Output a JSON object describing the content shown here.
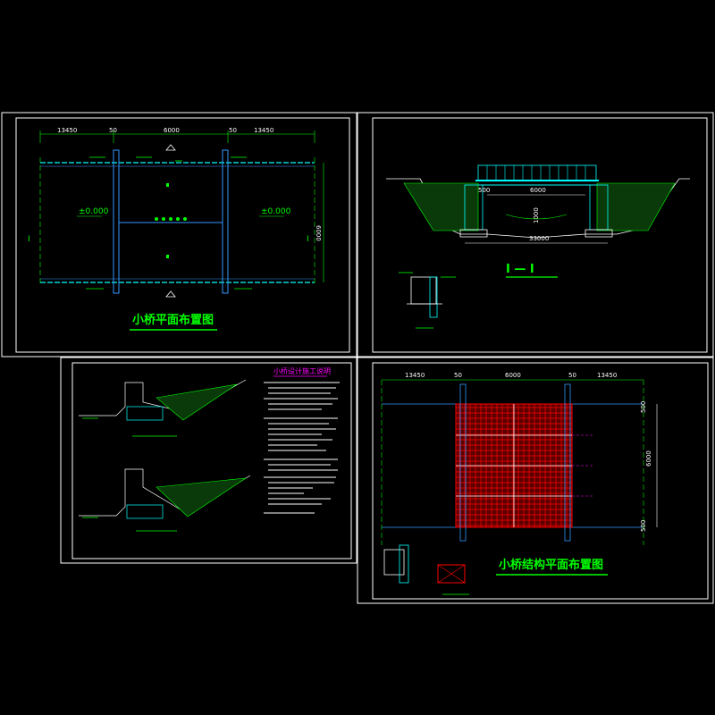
{
  "sheet1": {
    "title": "小桥平面布置图",
    "dims": {
      "left": "13450",
      "gap1": "50",
      "center": "6000",
      "gap2": "50",
      "right": "13450",
      "height": "6000"
    },
    "elev_left": "±0.000",
    "elev_right": "±0.000",
    "section_mark": "I"
  },
  "sheet2": {
    "title": "I — I",
    "dims": {
      "span": "6000",
      "total": "33000",
      "depth": "1000",
      "abut": "500"
    }
  },
  "sheet3": {
    "title": "小桥设计施工说明"
  },
  "sheet4": {
    "title": "小桥结构平面布置图",
    "dims": {
      "left": "13450",
      "gap1": "50",
      "center": "6000",
      "gap2": "50",
      "right": "13450",
      "height": "6000",
      "top": "500",
      "bottom": "500"
    }
  },
  "colors": {
    "background": "#000000",
    "frame": "#ffffff",
    "cyan": "#00ffff",
    "green": "#00ff00",
    "red": "#ff0000",
    "blue": "#3399ff",
    "magenta": "#ff00ff"
  }
}
